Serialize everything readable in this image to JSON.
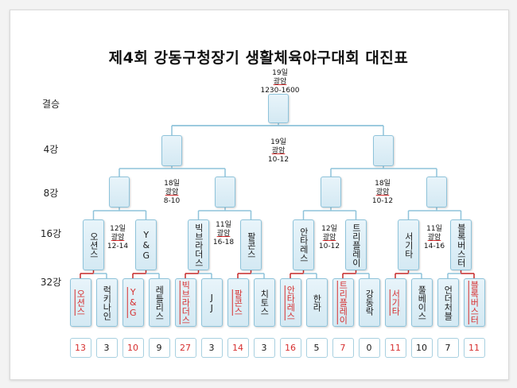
{
  "title": "제4회 강동구청장기 생활체육야구대회 대진표",
  "rounds": {
    "final": "결승",
    "r4": "4강",
    "r8": "8강",
    "r16": "16강",
    "r32": "32강"
  },
  "games": {
    "final": {
      "date": "19일",
      "venue": "광암",
      "time": "1230-1600"
    },
    "semi": {
      "date": "19일",
      "venue": "광암",
      "time": "10-12"
    },
    "qf_left": {
      "date": "18일",
      "venue": "광암",
      "time": "8-10"
    },
    "qf_right": {
      "date": "18일",
      "venue": "광암",
      "time": "10-12"
    },
    "r16_1": {
      "date": "12일",
      "venue": "광암",
      "time": "12-14"
    },
    "r16_2": {
      "date": "11일",
      "venue": "광암",
      "time": "16-18"
    },
    "r16_3": {
      "date": "12일",
      "venue": "광암",
      "time": "10-12"
    },
    "r16_4": {
      "date": "11일",
      "venue": "광암",
      "time": "14-16"
    }
  },
  "round16_teams": [
    "오션스",
    "Y&G",
    "빅브라더스",
    "팔콘스",
    "안타레스",
    "트리플레이",
    "서기타",
    "블록버스터"
  ],
  "round32": [
    {
      "team": "오션스",
      "score": "13",
      "winner": true
    },
    {
      "team": "럭키나인",
      "score": "3",
      "winner": false
    },
    {
      "team": "Y&G",
      "score": "10",
      "winner": true
    },
    {
      "team": "레틀리스",
      "score": "9",
      "winner": false
    },
    {
      "team": "빅브라더스",
      "score": "27",
      "winner": true
    },
    {
      "team": "JJ",
      "score": "3",
      "winner": false
    },
    {
      "team": "팔콘스",
      "score": "14",
      "winner": true
    },
    {
      "team": "치토스",
      "score": "3",
      "winner": false
    },
    {
      "team": "안타레스",
      "score": "16",
      "winner": true
    },
    {
      "team": "한라",
      "score": "5",
      "winner": false
    },
    {
      "team": "트리플레이",
      "score": "7",
      "winner": true
    },
    {
      "team": "강동락",
      "score": "0",
      "winner": false
    },
    {
      "team": "서기타",
      "score": "11",
      "winner": true
    },
    {
      "team": "풀베이스",
      "score": "10",
      "winner": false
    },
    {
      "team": "언더처블",
      "score": "7",
      "winner": false
    },
    {
      "team": "블록버스터",
      "score": "11",
      "winner": true
    }
  ],
  "colors": {
    "winner": "#d62f2f",
    "loser": "#1a1a1a",
    "bracket_line": "#8ec3da",
    "winner_line": "#c62828"
  }
}
